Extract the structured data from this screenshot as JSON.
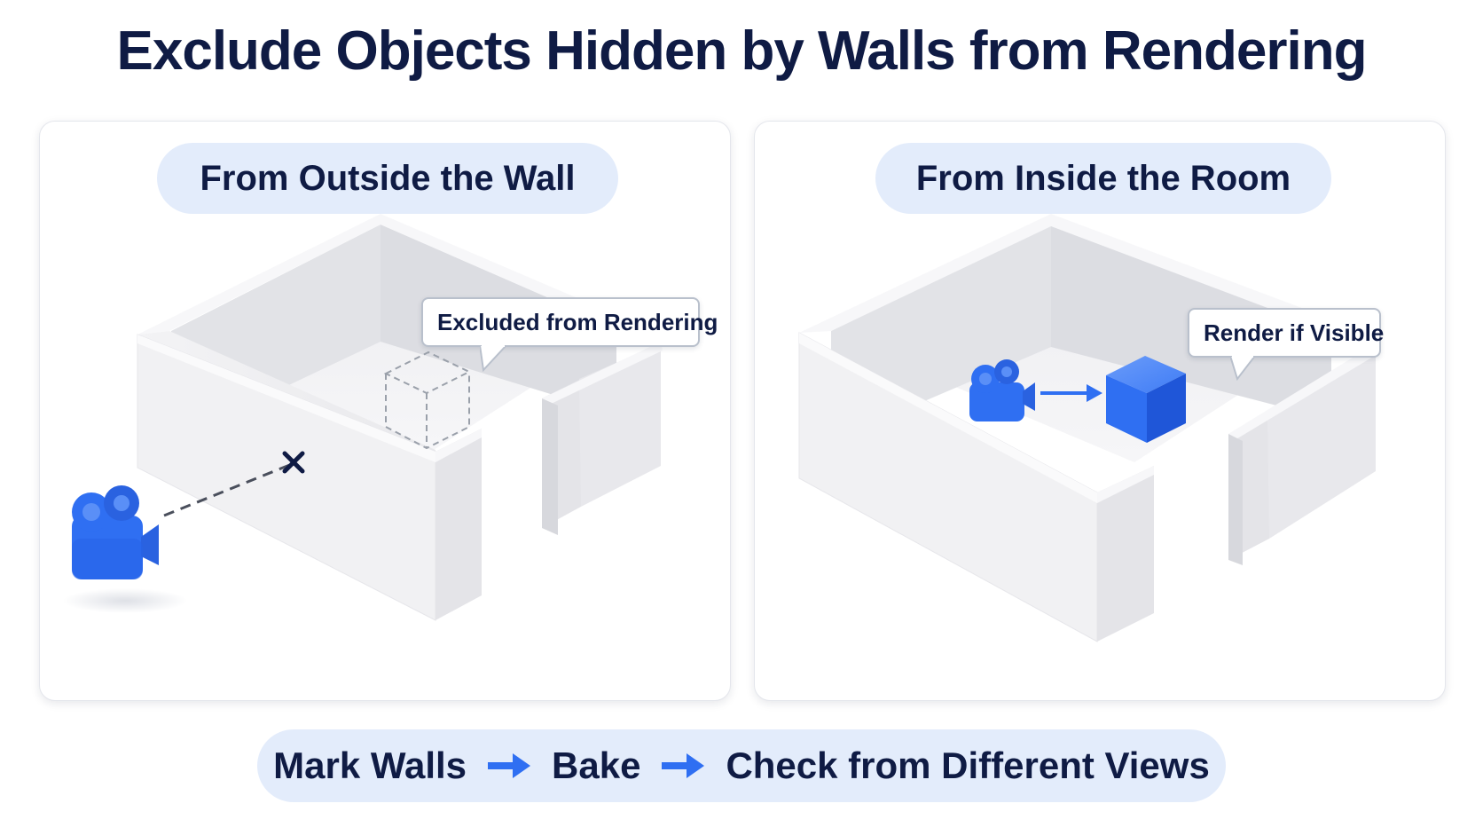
{
  "title": "Exclude Objects Hidden by Walls from Rendering",
  "panels": [
    {
      "heading": "From Outside the Wall",
      "callout": "Excluded from Rendering"
    },
    {
      "heading": "From Inside the Room",
      "callout": "Render if Visible"
    }
  ],
  "steps": [
    "Mark Walls",
    "Bake",
    "Check from Different Views"
  ],
  "icons": {
    "camera": "video-camera-icon",
    "blocked": "x-mark-icon",
    "hidden_object": "dashed-cube-icon",
    "visible_object": "solid-cube-icon",
    "flow": "arrow-right-icon"
  },
  "colors": {
    "title": "#0f1b44",
    "accent_blue": "#2f6ff2",
    "pill_background": "#e3ecfb",
    "wall": "#f2f2f4",
    "wall_shadow": "#dcdde2"
  }
}
